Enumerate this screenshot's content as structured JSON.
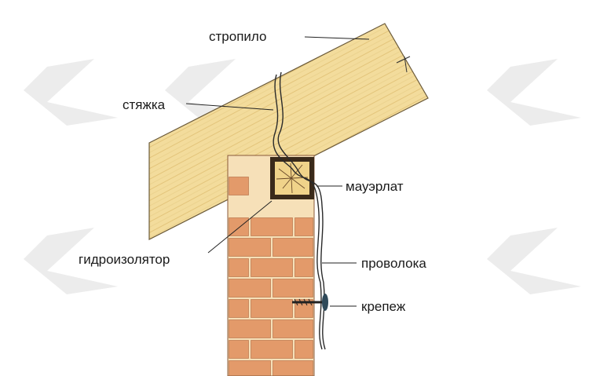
{
  "labels": {
    "rafter": "стропило",
    "tie": "стяжка",
    "mauerlat": "мауэрлат",
    "waterproofing": "гидроизолятор",
    "wire": "проволока",
    "fastener": "крепеж"
  },
  "colors": {
    "rafter": "#f3dc9c",
    "brick": "#e39a6a",
    "mortar": "#f6e0b8",
    "mauerlat_border": "#3a2a1a",
    "watermark": "#e6e6e6"
  }
}
